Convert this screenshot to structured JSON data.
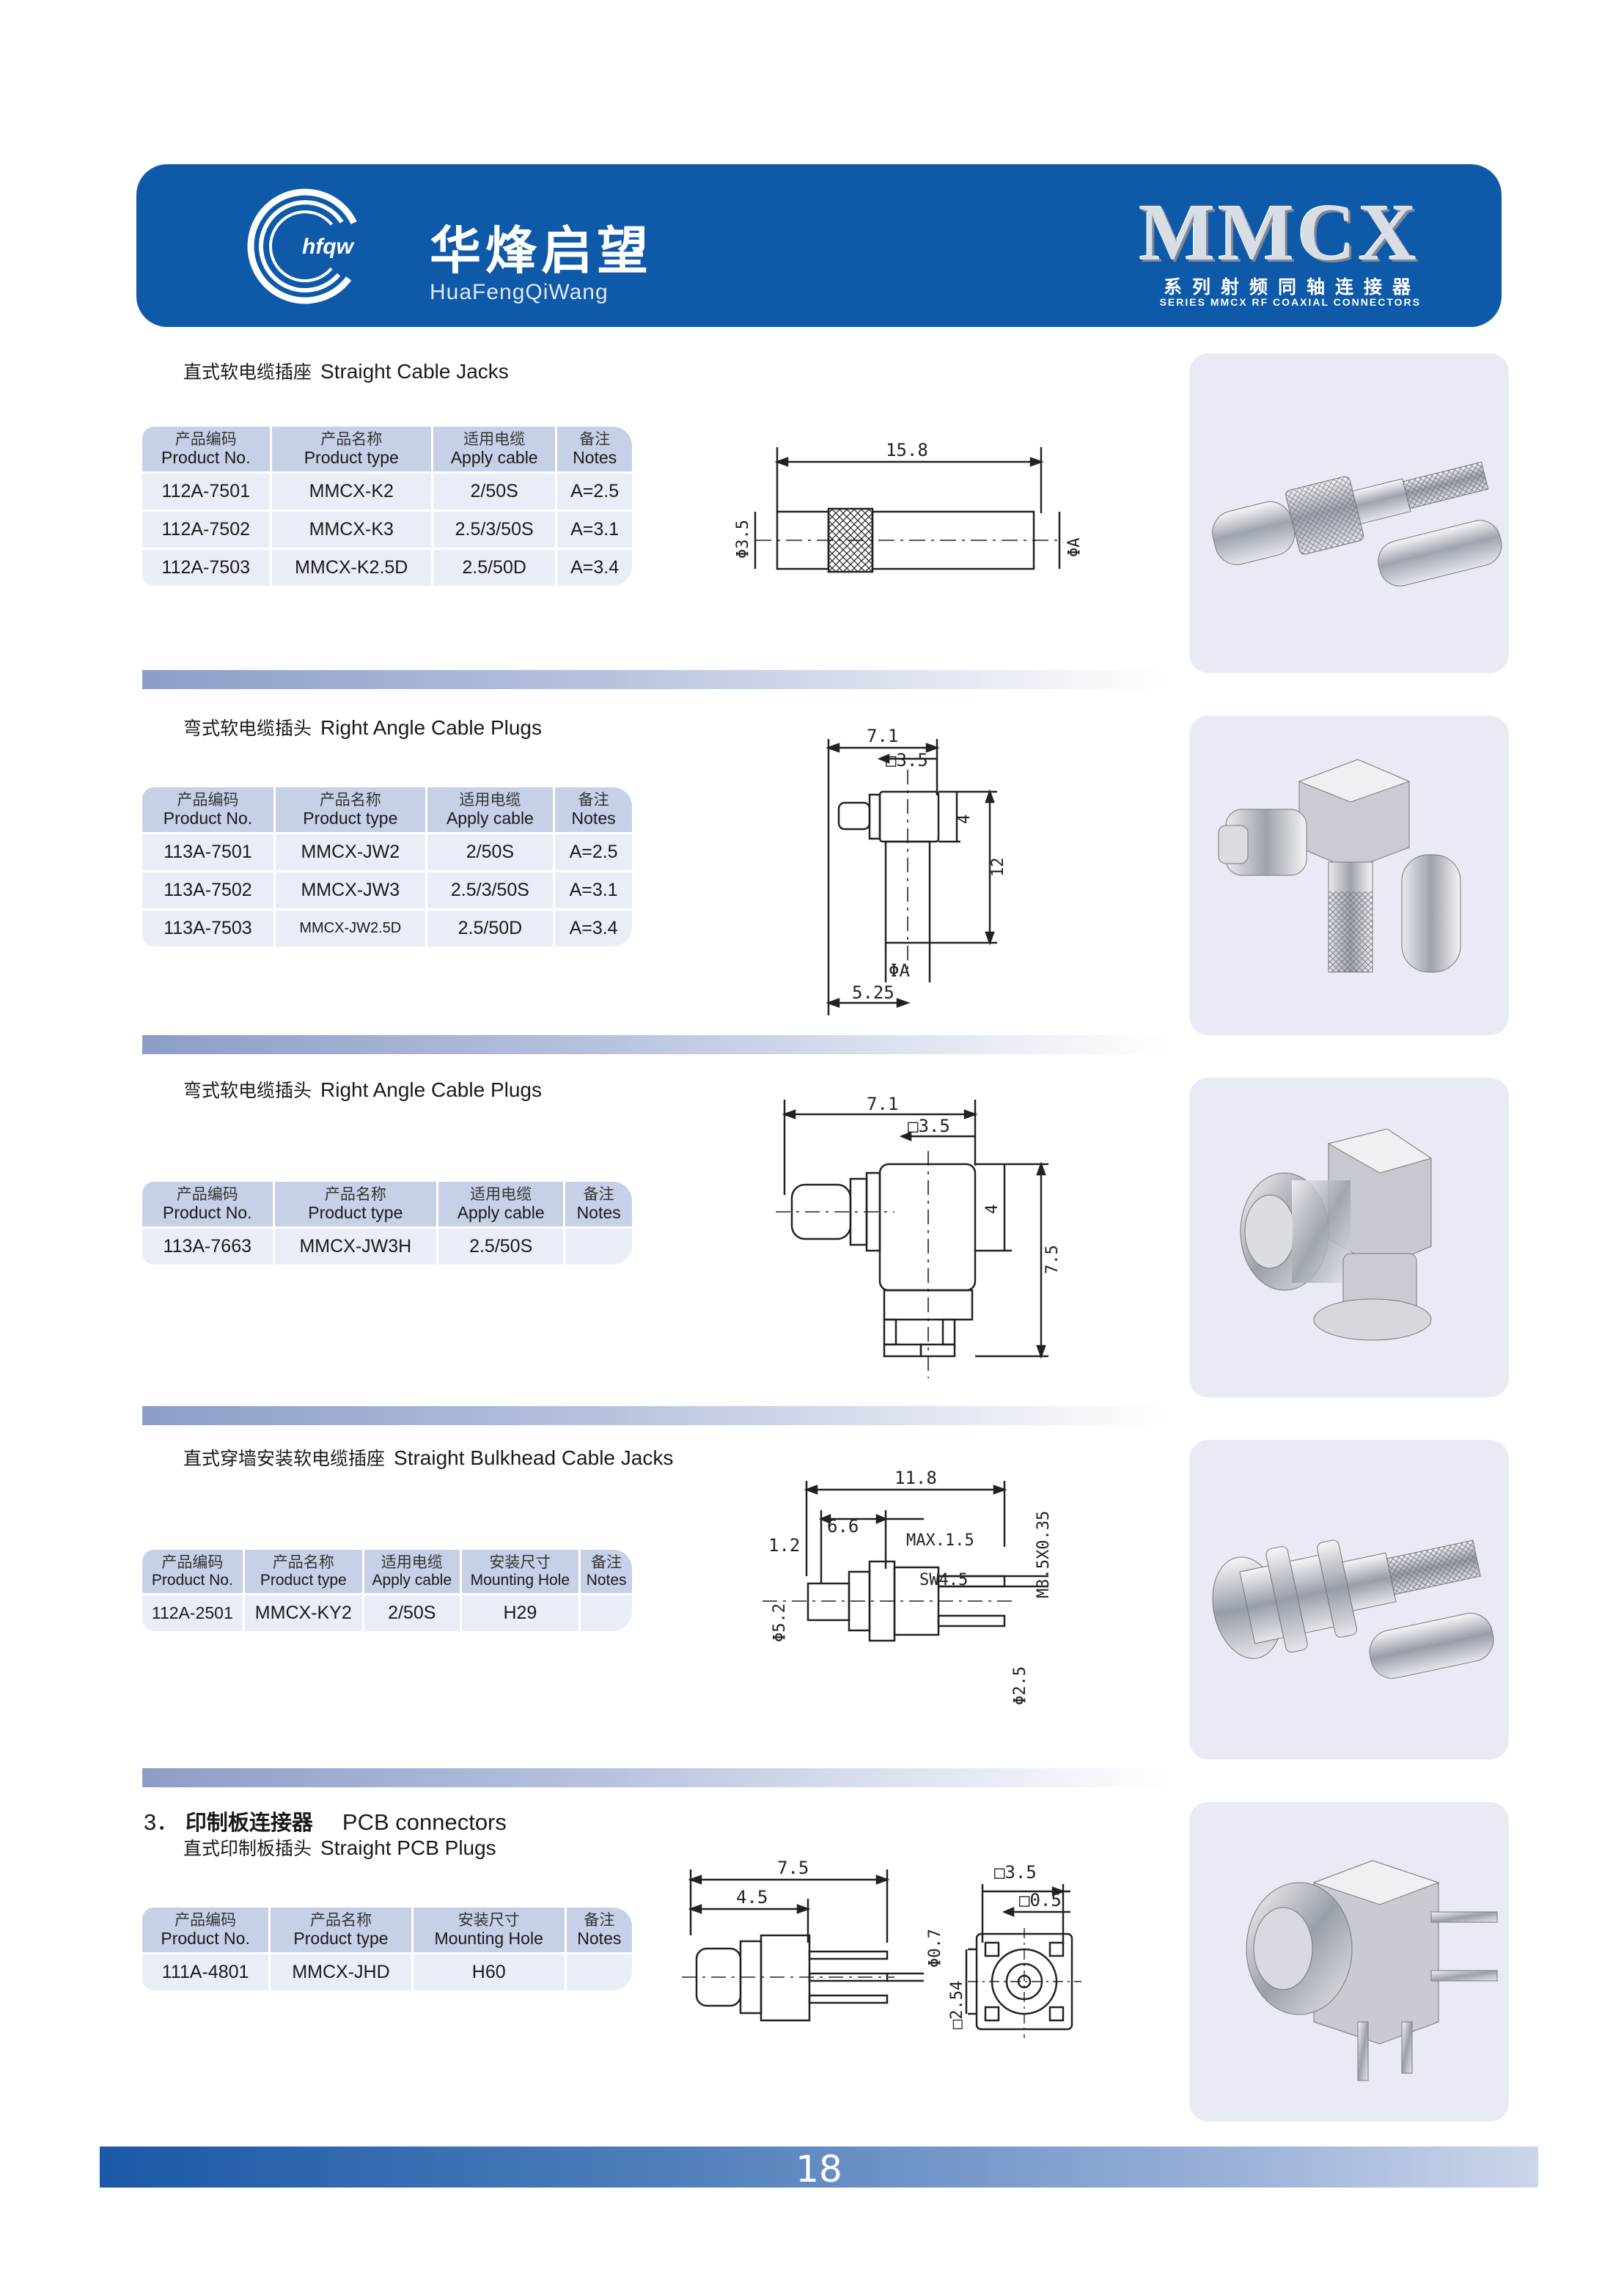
{
  "header": {
    "brand_logo_text": "hfqw",
    "brand_cn": "华烽启望",
    "brand_en": "HuaFengQiWang",
    "series_title": "MMCX",
    "series_cn": "系列射频同轴连接器",
    "series_en": "SERIES MMCX RF COAXIAL CONNECTORS",
    "colors": {
      "header_bg": "#0e59a8",
      "table_header_bg": "#c6d0e6",
      "table_row_bg": "#e9edf6"
    }
  },
  "sections": [
    {
      "title_cn": "直式软电缆插座",
      "title_en": "Straight Cable Jacks",
      "headers": [
        {
          "cn": "产品编码",
          "en": "Product No."
        },
        {
          "cn": "产品名称",
          "en": "Product type"
        },
        {
          "cn": "适用电缆",
          "en": "Apply cable"
        },
        {
          "cn": "备注",
          "en": "Notes"
        }
      ],
      "rows": [
        [
          "112A-7501",
          "MMCX-K2",
          "2/50S",
          "A=2.5"
        ],
        [
          "112A-7502",
          "MMCX-K3",
          "2.5/3/50S",
          "A=3.1"
        ],
        [
          "112A-7503",
          "MMCX-K2.5D",
          "2.5/50D",
          "A=3.4"
        ]
      ],
      "dims": {
        "length": "15.8",
        "dia_left": "Φ3.5",
        "dia_right": "ΦA"
      }
    },
    {
      "title_cn": "弯式软电缆插头",
      "title_en": "Right Angle Cable Plugs",
      "headers": [
        {
          "cn": "产品编码",
          "en": "Product No."
        },
        {
          "cn": "产品名称",
          "en": "Product type"
        },
        {
          "cn": "适用电缆",
          "en": "Apply cable"
        },
        {
          "cn": "备注",
          "en": "Notes"
        }
      ],
      "rows": [
        [
          "113A-7501",
          "MMCX-JW2",
          "2/50S",
          "A=2.5"
        ],
        [
          "113A-7502",
          "MMCX-JW3",
          "2.5/3/50S",
          "A=3.1"
        ],
        [
          "113A-7503",
          "MMCX-JW2.5D",
          "2.5/50D",
          "A=3.4"
        ]
      ],
      "dims": {
        "width": "7.1",
        "square": "□3.5",
        "height_small": "4",
        "height": "12",
        "dia": "ΦA",
        "offset": "5.25"
      }
    },
    {
      "title_cn": "弯式软电缆插头",
      "title_en": "Right Angle Cable Plugs",
      "headers": [
        {
          "cn": "产品编码",
          "en": "Product No."
        },
        {
          "cn": "产品名称",
          "en": "Product type"
        },
        {
          "cn": "适用电缆",
          "en": "Apply cable"
        },
        {
          "cn": "备注",
          "en": "Notes"
        }
      ],
      "rows": [
        [
          "113A-7663",
          "MMCX-JW3H",
          "2.5/50S",
          ""
        ]
      ],
      "dims": {
        "width": "7.1",
        "square": "□3.5",
        "height_small": "4",
        "height": "7.5"
      }
    },
    {
      "title_cn": "直式穿墙安装软电缆插座",
      "title_en": "Straight Bulkhead Cable Jacks",
      "headers": [
        {
          "cn": "产品编码",
          "en": "Product No."
        },
        {
          "cn": "产品名称",
          "en": "Product type"
        },
        {
          "cn": "适用电缆",
          "en": "Apply cable"
        },
        {
          "cn": "安装尺寸",
          "en": "Mounting Hole"
        },
        {
          "cn": "备注",
          "en": "Notes"
        }
      ],
      "rows": [
        [
          "112A-2501",
          "MMCX-KY2",
          "2/50S",
          "H29",
          ""
        ]
      ],
      "dims": {
        "total": "11.8",
        "mid": "6.6",
        "left": "1.2",
        "max": "MAX.1.5",
        "thread": "M3.5X0.35",
        "wrench": "SW4.5",
        "dia_left": "Φ5.2",
        "dia_right": "Φ2.5"
      }
    },
    {
      "number": "3．",
      "heading_cn": "印制板连接器",
      "heading_en": "PCB connectors",
      "title_cn": "直式印制板插头",
      "title_en": "Straight PCB Plugs",
      "headers": [
        {
          "cn": "产品编码",
          "en": "Product No."
        },
        {
          "cn": "产品名称",
          "en": "Product type"
        },
        {
          "cn": "安装尺寸",
          "en": "Mounting Hole"
        },
        {
          "cn": "备注",
          "en": "Notes"
        }
      ],
      "rows": [
        [
          "111A-4801",
          "MMCX-JHD",
          "H60",
          ""
        ]
      ],
      "dims": {
        "total": "7.5",
        "body": "4.5",
        "pin": "Φ0.7",
        "square": "□3.5",
        "pad": "□0.5",
        "pitch": "□2.54"
      }
    }
  ],
  "footer": {
    "page_number": "18"
  }
}
